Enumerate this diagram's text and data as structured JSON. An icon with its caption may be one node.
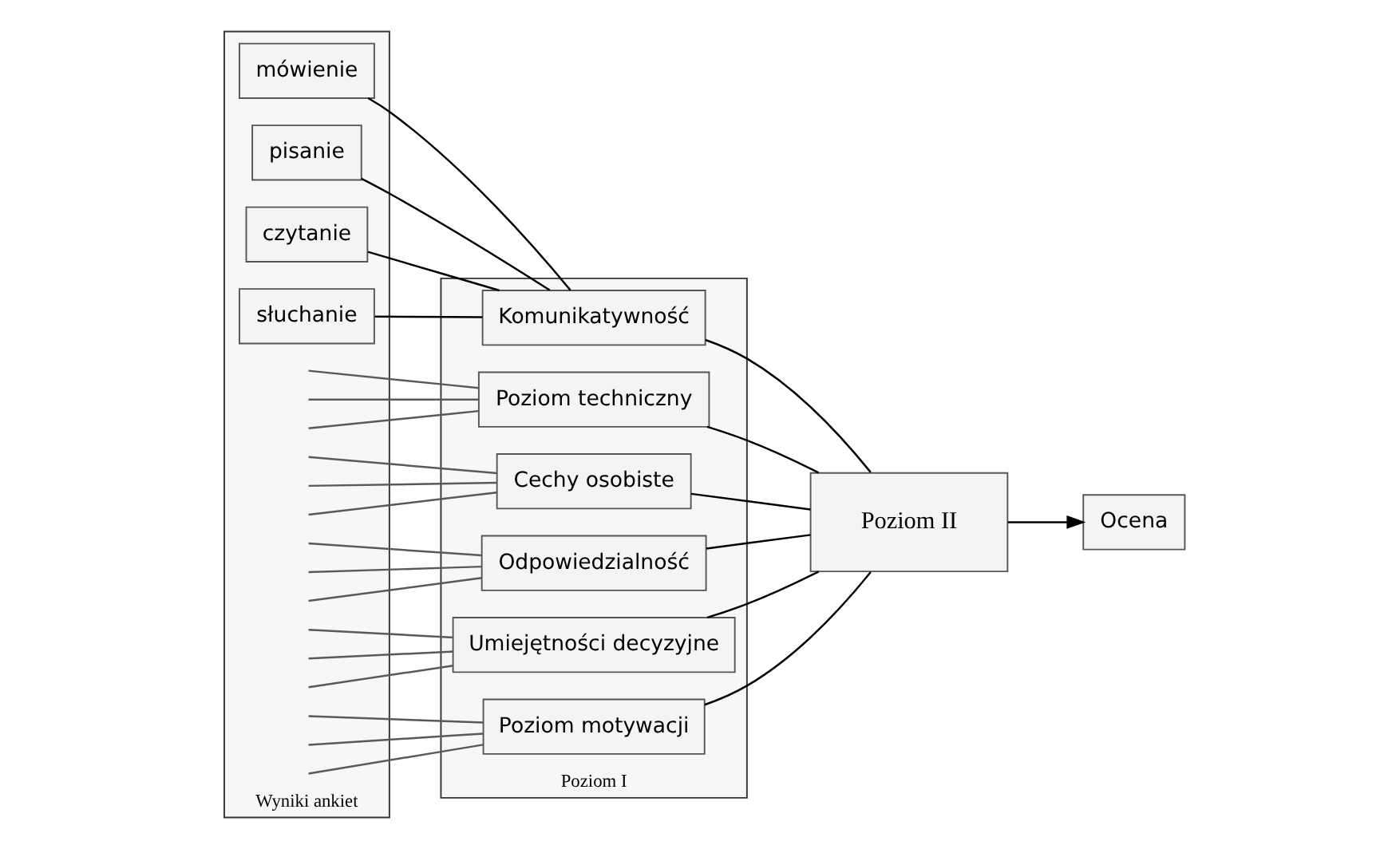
{
  "diagram": {
    "nodes": [
      {
        "text": [
          "Wyniki ankiet"
        ]
      },
      {
        "text": [
          "mówienie"
        ],
        "in": 0
      },
      {
        "text": [
          "pisanie"
        ],
        "in": 0
      },
      {
        "text": [
          "czytanie"
        ],
        "in": 0
      },
      {
        "text": [
          "słuchanie"
        ],
        "in": 0
      },
      {
        "text": [
          "Poziom I"
        ]
      },
      {
        "text": [
          "Komunikatywność"
        ],
        "in": 5
      },
      {
        "text": [
          "Poziom techniczny"
        ],
        "in": 5
      },
      {
        "text": [
          "Cechy osobiste"
        ],
        "in": 5
      },
      {
        "text": [
          "Odpowiedzialność"
        ],
        "in": 5
      },
      {
        "text": [
          "Umiejętności decyzyjne"
        ],
        "in": 5
      },
      {
        "text": [
          "Poziom motywacji"
        ],
        "in": 5
      },
      {
        "text": [
          "Poziom II"
        ]
      },
      {
        "text": [
          "Ocena"
        ]
      }
    ],
    "edges": [
      {
        "from": 1,
        "to": 6,
        "arrow": "none"
      },
      {
        "from": 2,
        "to": 6,
        "arrow": "none"
      },
      {
        "from": 3,
        "to": 6,
        "arrow": "none"
      },
      {
        "from": 4,
        "to": 6,
        "arrow": "none"
      },
      {
        "from": null,
        "to": 7,
        "arrow": "none",
        "color": "#595959"
      },
      {
        "from": null,
        "to": 7,
        "arrow": "none",
        "color": "#595959"
      },
      {
        "from": null,
        "to": 7,
        "arrow": "none",
        "color": "#595959"
      },
      {
        "from": null,
        "to": 8,
        "arrow": "none",
        "color": "#595959"
      },
      {
        "from": null,
        "to": 8,
        "arrow": "none",
        "color": "#595959"
      },
      {
        "from": null,
        "to": 8,
        "arrow": "none",
        "color": "#595959"
      },
      {
        "from": null,
        "to": 9,
        "arrow": "none",
        "color": "#595959"
      },
      {
        "from": null,
        "to": 9,
        "arrow": "none",
        "color": "#595959"
      },
      {
        "from": null,
        "to": 9,
        "arrow": "none",
        "color": "#595959"
      },
      {
        "from": null,
        "to": 10,
        "arrow": "none",
        "color": "#595959"
      },
      {
        "from": null,
        "to": 10,
        "arrow": "none",
        "color": "#595959"
      },
      {
        "from": null,
        "to": 10,
        "arrow": "none",
        "color": "#595959"
      },
      {
        "from": null,
        "to": 11,
        "arrow": "none",
        "color": "#595959"
      },
      {
        "from": null,
        "to": 11,
        "arrow": "none",
        "color": "#595959"
      },
      {
        "from": null,
        "to": 11,
        "arrow": "none",
        "color": "#595959"
      },
      {
        "from": 6,
        "to": 12,
        "arrow": "none"
      },
      {
        "from": 7,
        "to": 12,
        "arrow": "none"
      },
      {
        "from": 8,
        "to": 12,
        "arrow": "none"
      },
      {
        "from": 9,
        "to": 12,
        "arrow": "none"
      },
      {
        "from": 10,
        "to": 12,
        "arrow": "none"
      },
      {
        "from": 11,
        "to": 12,
        "arrow": "none"
      },
      {
        "from": 12,
        "to": 13,
        "arrow": "to"
      }
    ]
  }
}
